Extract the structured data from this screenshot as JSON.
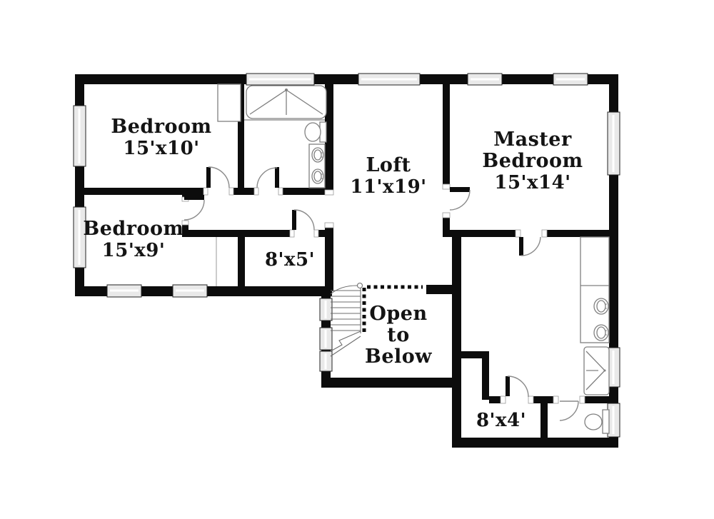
{
  "plan": {
    "type": "residential-floor-plan",
    "colors": {
      "background": "#ffffff",
      "walls": "#0c0c0c",
      "fixture_lines": "#808080",
      "door_arc": "#8a8a8a",
      "window_fill": "#e9e9e9",
      "text": "#141414"
    },
    "rooms": {
      "bedroom_top_left": {
        "name": "Bedroom",
        "size": "15'x10'"
      },
      "bedroom_left": {
        "name": "Bedroom",
        "size": "15'x9'"
      },
      "bath_small": {
        "size": "8'x5'"
      },
      "loft": {
        "name": "Loft",
        "size": "11'x19'"
      },
      "master_bedroom": {
        "name_line1": "Master",
        "name_line2": "Bedroom",
        "size": "15'x14'"
      },
      "open_to_below": {
        "line1": "Open",
        "line2": "to",
        "line3": "Below"
      },
      "closet": {
        "size": "8'x4'"
      }
    },
    "fixtures": [
      "bathtub-icon",
      "toilet-icon",
      "double-sink-vanity-icon",
      "shower-icon",
      "staircase-icon",
      "railing-dashed",
      "wardrobe-icon",
      "closet-rod"
    ],
    "window_count": 13,
    "door_count": 8
  }
}
